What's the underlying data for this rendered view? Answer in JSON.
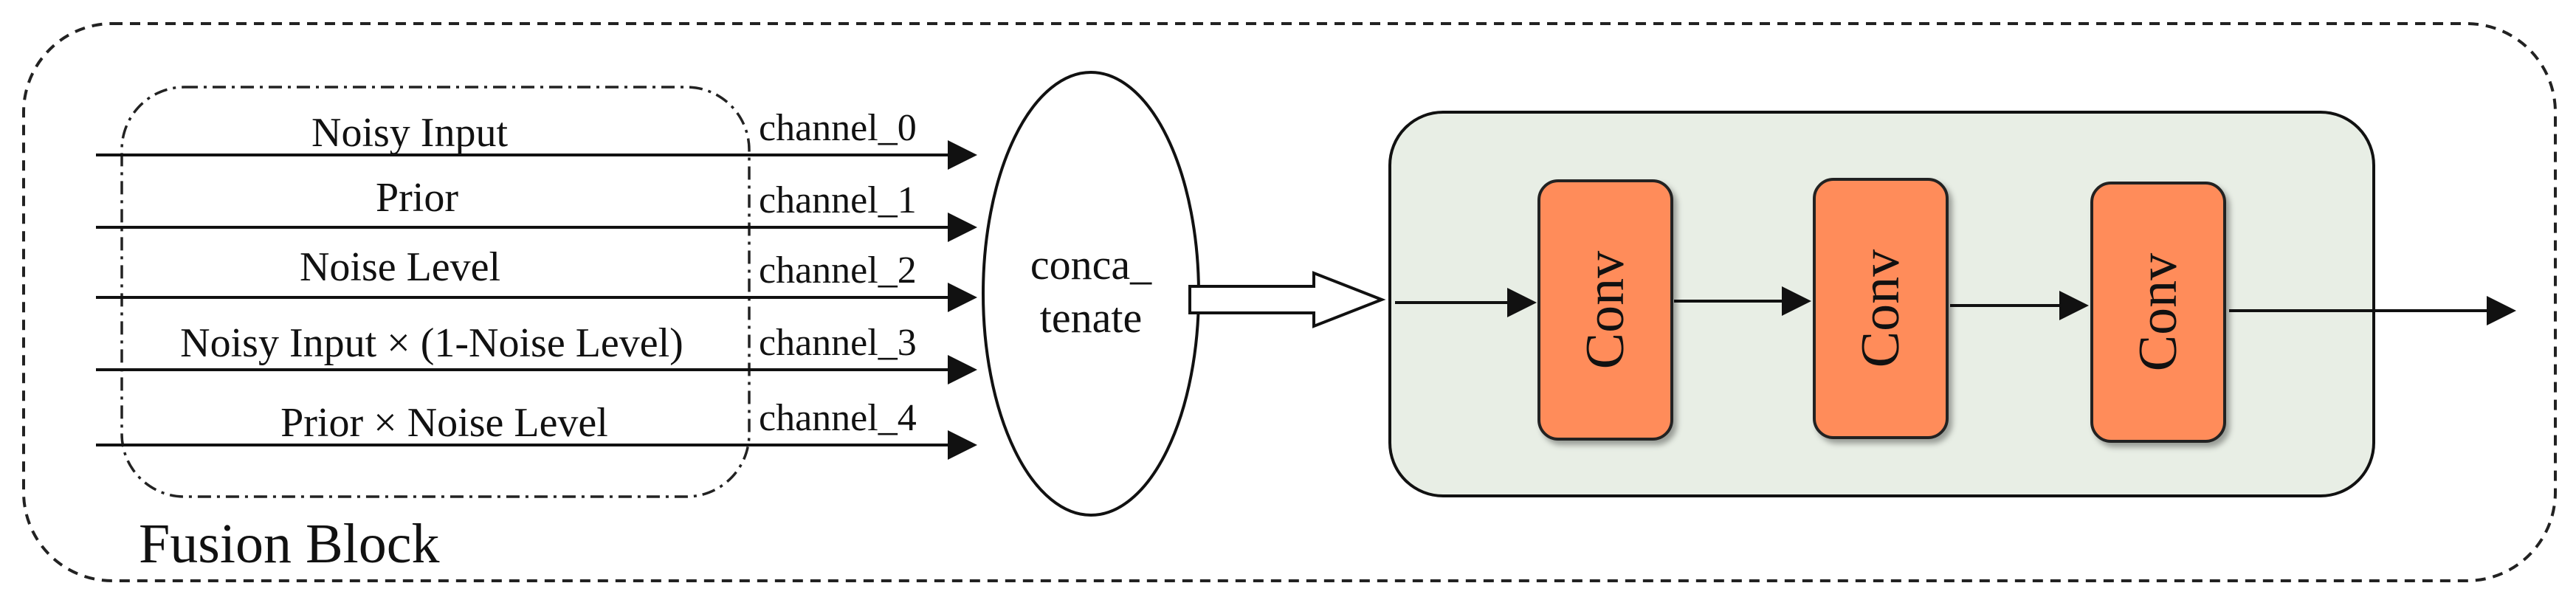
{
  "block_title": "Fusion Block",
  "inputs": [
    {
      "label": "Noisy Input",
      "channel": "channel_0"
    },
    {
      "label": "Prior",
      "channel": "channel_1"
    },
    {
      "label": "Noise Level",
      "channel": "channel_2"
    },
    {
      "label": "Noisy Input × (1-Noise Level)",
      "channel": "channel_3"
    },
    {
      "label": "Prior × Noise Level",
      "channel": "channel_4"
    }
  ],
  "concat_node": {
    "line1": "conca_",
    "line2": "tenate"
  },
  "conv_layers": [
    {
      "label": "Conv"
    },
    {
      "label": "Conv"
    },
    {
      "label": "Conv"
    }
  ],
  "colors": {
    "conv_fill": "#ff8c5a",
    "conv_panel_fill": "#e8eee5",
    "stroke": "#111111"
  }
}
